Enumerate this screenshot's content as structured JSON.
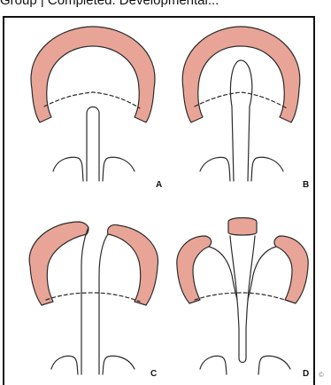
{
  "caption": "Group | Completed. Developmental...",
  "colors": {
    "tissue_fill": "#e8a597",
    "outline": "#2b2b2b",
    "frame": "#111111",
    "background": "#ffffff"
  },
  "panels": [
    {
      "label": "A"
    },
    {
      "label": "B"
    },
    {
      "label": "C"
    },
    {
      "label": "D"
    }
  ],
  "corner_mark": "©"
}
